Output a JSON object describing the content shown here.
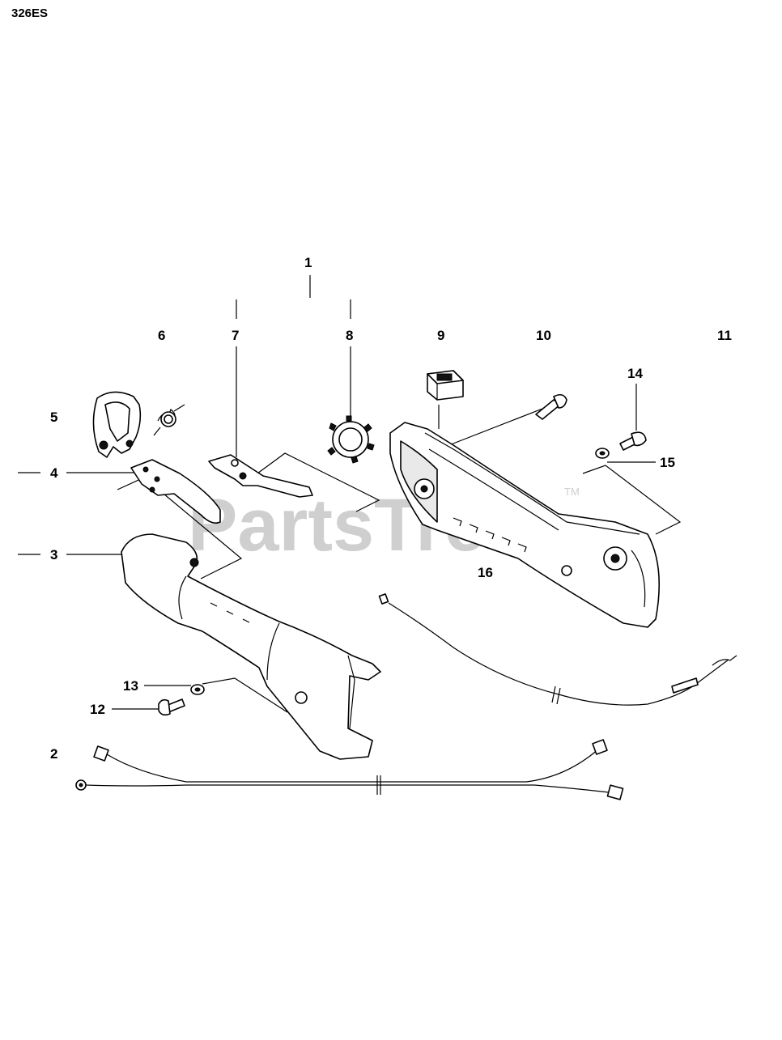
{
  "diagram": {
    "model": "326ES",
    "watermark": "PartsTree",
    "watermark_tm": "TM",
    "callouts": {
      "c1": "1",
      "c2": "2",
      "c3": "3",
      "c4": "4",
      "c5": "5",
      "c6": "6",
      "c7": "7",
      "c8": "8",
      "c9": "9",
      "c10": "10",
      "c11": "11",
      "c12": "12",
      "c13": "13",
      "c14": "14",
      "c15": "15",
      "c16": "16"
    },
    "icons": {
      "handle-housing": "handle-housing-icon",
      "throttle-trigger": "throttle-trigger-icon",
      "stop-switch": "stop-switch-icon",
      "throttle-cable": "throttle-cable-icon",
      "wiring-harness": "wiring-harness-icon"
    }
  }
}
